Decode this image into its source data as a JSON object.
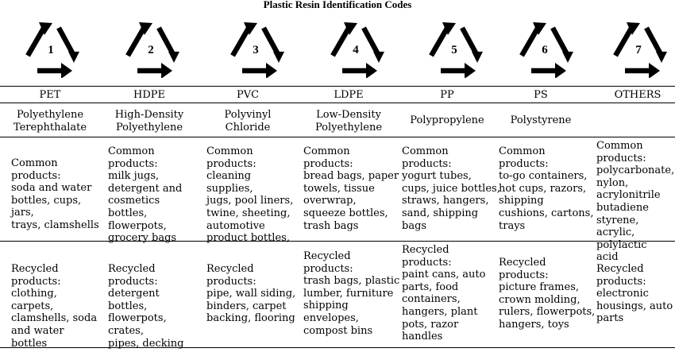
{
  "title": "Plastic Resin Identification Codes",
  "icons": {
    "symbol": "recycling-triangle-icon"
  },
  "columns": [
    {
      "number": "1",
      "code": "PET",
      "name": "Polyethylene\nTerephthalate",
      "common": "Common\nproducts:\nsoda and water\nbottles, cups, jars,\ntrays, clamshells",
      "recycled": "Recycled\nproducts:\nclothing, carpets,\nclamshells, soda\nand water bottles"
    },
    {
      "number": "2",
      "code": "HDPE",
      "name": "High-Density\nPolyethylene",
      "common": "Common\nproducts:\nmilk jugs,\ndetergent and\ncosmetics bottles,\nflowerpots,\ngrocery bags",
      "recycled": "Recycled\nproducts:\ndetergent bottles,\nflowerpots, crates,\npipes, decking"
    },
    {
      "number": "3",
      "code": "PVC",
      "name": "Polyvinyl\nChloride",
      "common": "Common\nproducts:\ncleaning supplies,\njugs, pool liners,\ntwine, sheeting,\nautomotive\nproduct bottles,",
      "recycled": "Recycled\nproducts:\npipe, wall siding,\nbinders, carpet\nbacking, flooring"
    },
    {
      "number": "4",
      "code": "LDPE",
      "name": "Low-Density\nPolyethylene",
      "common": "Common\nproducts:\nbread bags, paper\ntowels, tissue\noverwrap,\nsqueeze bottles,\ntrash bags",
      "recycled": "Recycled\nproducts:\ntrash bags, plastic\nlumber, furniture\nshipping\nenvelopes,\ncompost bins"
    },
    {
      "number": "5",
      "code": "PP",
      "name": "Polypropylene",
      "common": "Common\nproducts:\nyogurt tubes,\ncups, juice bottles,\nstraws, hangers,\nsand, shipping\nbags",
      "recycled": "Recycled\nproducts:\npaint cans, auto\nparts, food\ncontainers,\nhangers, plant\npots, razor\nhandles"
    },
    {
      "number": "6",
      "code": "PS",
      "name": "Polystyrene",
      "common": "Common\nproducts:\nto-go containers,\nhot cups, razors,\nshipping\ncushions, cartons,\ntrays",
      "recycled": "Recycled\nproducts:\npicture frames,\ncrown molding,\nrulers, flowerpots,\nhangers, toys"
    },
    {
      "number": "7",
      "code": "OTHERS",
      "name": "",
      "common": "Common\nproducts:\npolycarbonate,\nnylon,\nacrylonitrile\nbutadiene styrene,\nacrylic, polylactic\nacid",
      "recycled": "Recycled\nproducts:\nelectronic\nhousings, auto\nparts"
    }
  ]
}
